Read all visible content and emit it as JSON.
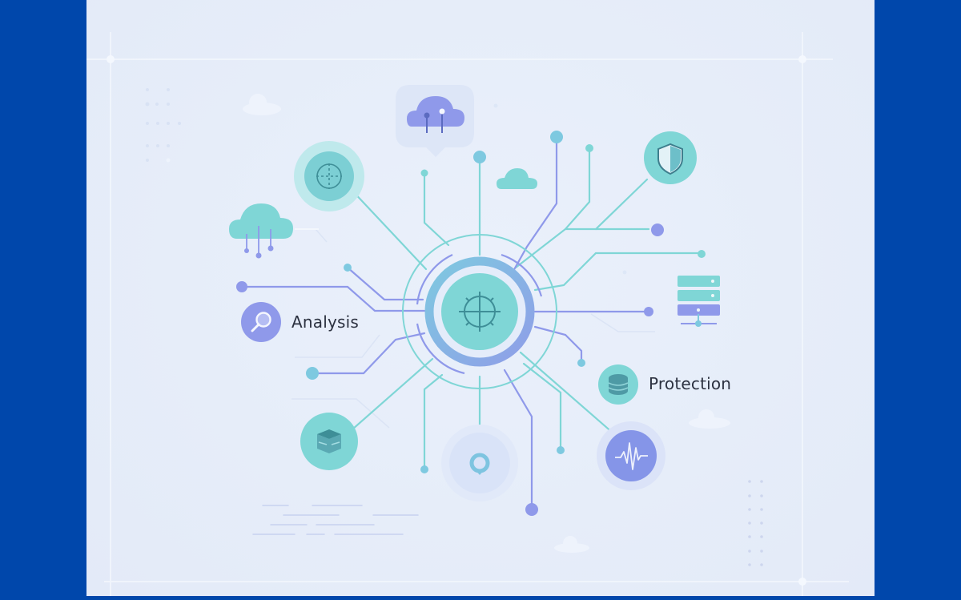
{
  "diagram": {
    "title": "",
    "center_node": {
      "icon": "crosshair-icon",
      "color": "#7fd6d6",
      "ring_gradient": [
        "#7ec9e0",
        "#8f9ee8"
      ]
    },
    "labels": [
      {
        "id": "analysis",
        "text": "Analysis",
        "icon": "magnifier-icon",
        "icon_color": "#8f99ea"
      },
      {
        "id": "protection",
        "text": "Protection",
        "icon": "database-icon",
        "icon_color": "#7fd6d6"
      }
    ],
    "satellite_nodes": [
      {
        "id": "crosshair-node",
        "icon": "crosshair-icon",
        "color": "#7ccfd4"
      },
      {
        "id": "cloud-chat-node",
        "icon": "cloud-chat-icon",
        "color": "#8f99ea"
      },
      {
        "id": "shield-node",
        "icon": "shield-icon",
        "color": "#7fd6d6"
      },
      {
        "id": "cloud-upload-node",
        "icon": "cloud-icon",
        "color": "#7fd6d6"
      },
      {
        "id": "server-node",
        "icon": "server-icon",
        "color": "#7fd6d6"
      },
      {
        "id": "storage-node",
        "icon": "box-icon",
        "color": "#7fd6d6"
      },
      {
        "id": "location-node",
        "icon": "location-pin-icon",
        "color": "#7ec4e0"
      },
      {
        "id": "pulse-node",
        "icon": "pulse-icon",
        "color": "#8595e8"
      }
    ],
    "colors": {
      "frame": "#0047ab",
      "background": "#e6edf9",
      "teal": "#7fd6d6",
      "periwinkle": "#8f99ea",
      "text": "#2c3140"
    }
  }
}
